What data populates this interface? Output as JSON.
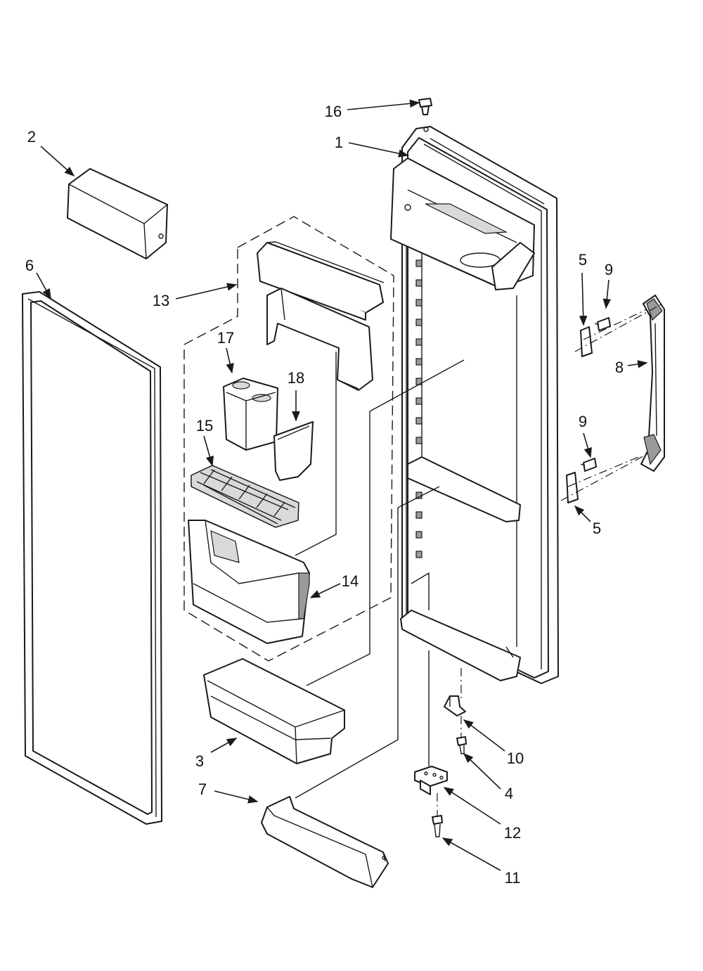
{
  "callouts": [
    {
      "id": "p1",
      "label": "1"
    },
    {
      "id": "p2",
      "label": "2"
    },
    {
      "id": "p3",
      "label": "3"
    },
    {
      "id": "p4",
      "label": "4"
    },
    {
      "id": "p5a",
      "label": "5"
    },
    {
      "id": "p5b",
      "label": "5"
    },
    {
      "id": "p6",
      "label": "6"
    },
    {
      "id": "p7",
      "label": "7"
    },
    {
      "id": "p8",
      "label": "8"
    },
    {
      "id": "p9a",
      "label": "9"
    },
    {
      "id": "p9b",
      "label": "9"
    },
    {
      "id": "p10",
      "label": "10"
    },
    {
      "id": "p11",
      "label": "11"
    },
    {
      "id": "p12",
      "label": "12"
    },
    {
      "id": "p13",
      "label": "13"
    },
    {
      "id": "p14",
      "label": "14"
    },
    {
      "id": "p15",
      "label": "15"
    },
    {
      "id": "p16",
      "label": "16"
    },
    {
      "id": "p17",
      "label": "17"
    },
    {
      "id": "p18",
      "label": "18"
    }
  ],
  "colors": {
    "ink": "#1a1a1a",
    "background": "#ffffff",
    "shade": "#d9d9d9"
  }
}
